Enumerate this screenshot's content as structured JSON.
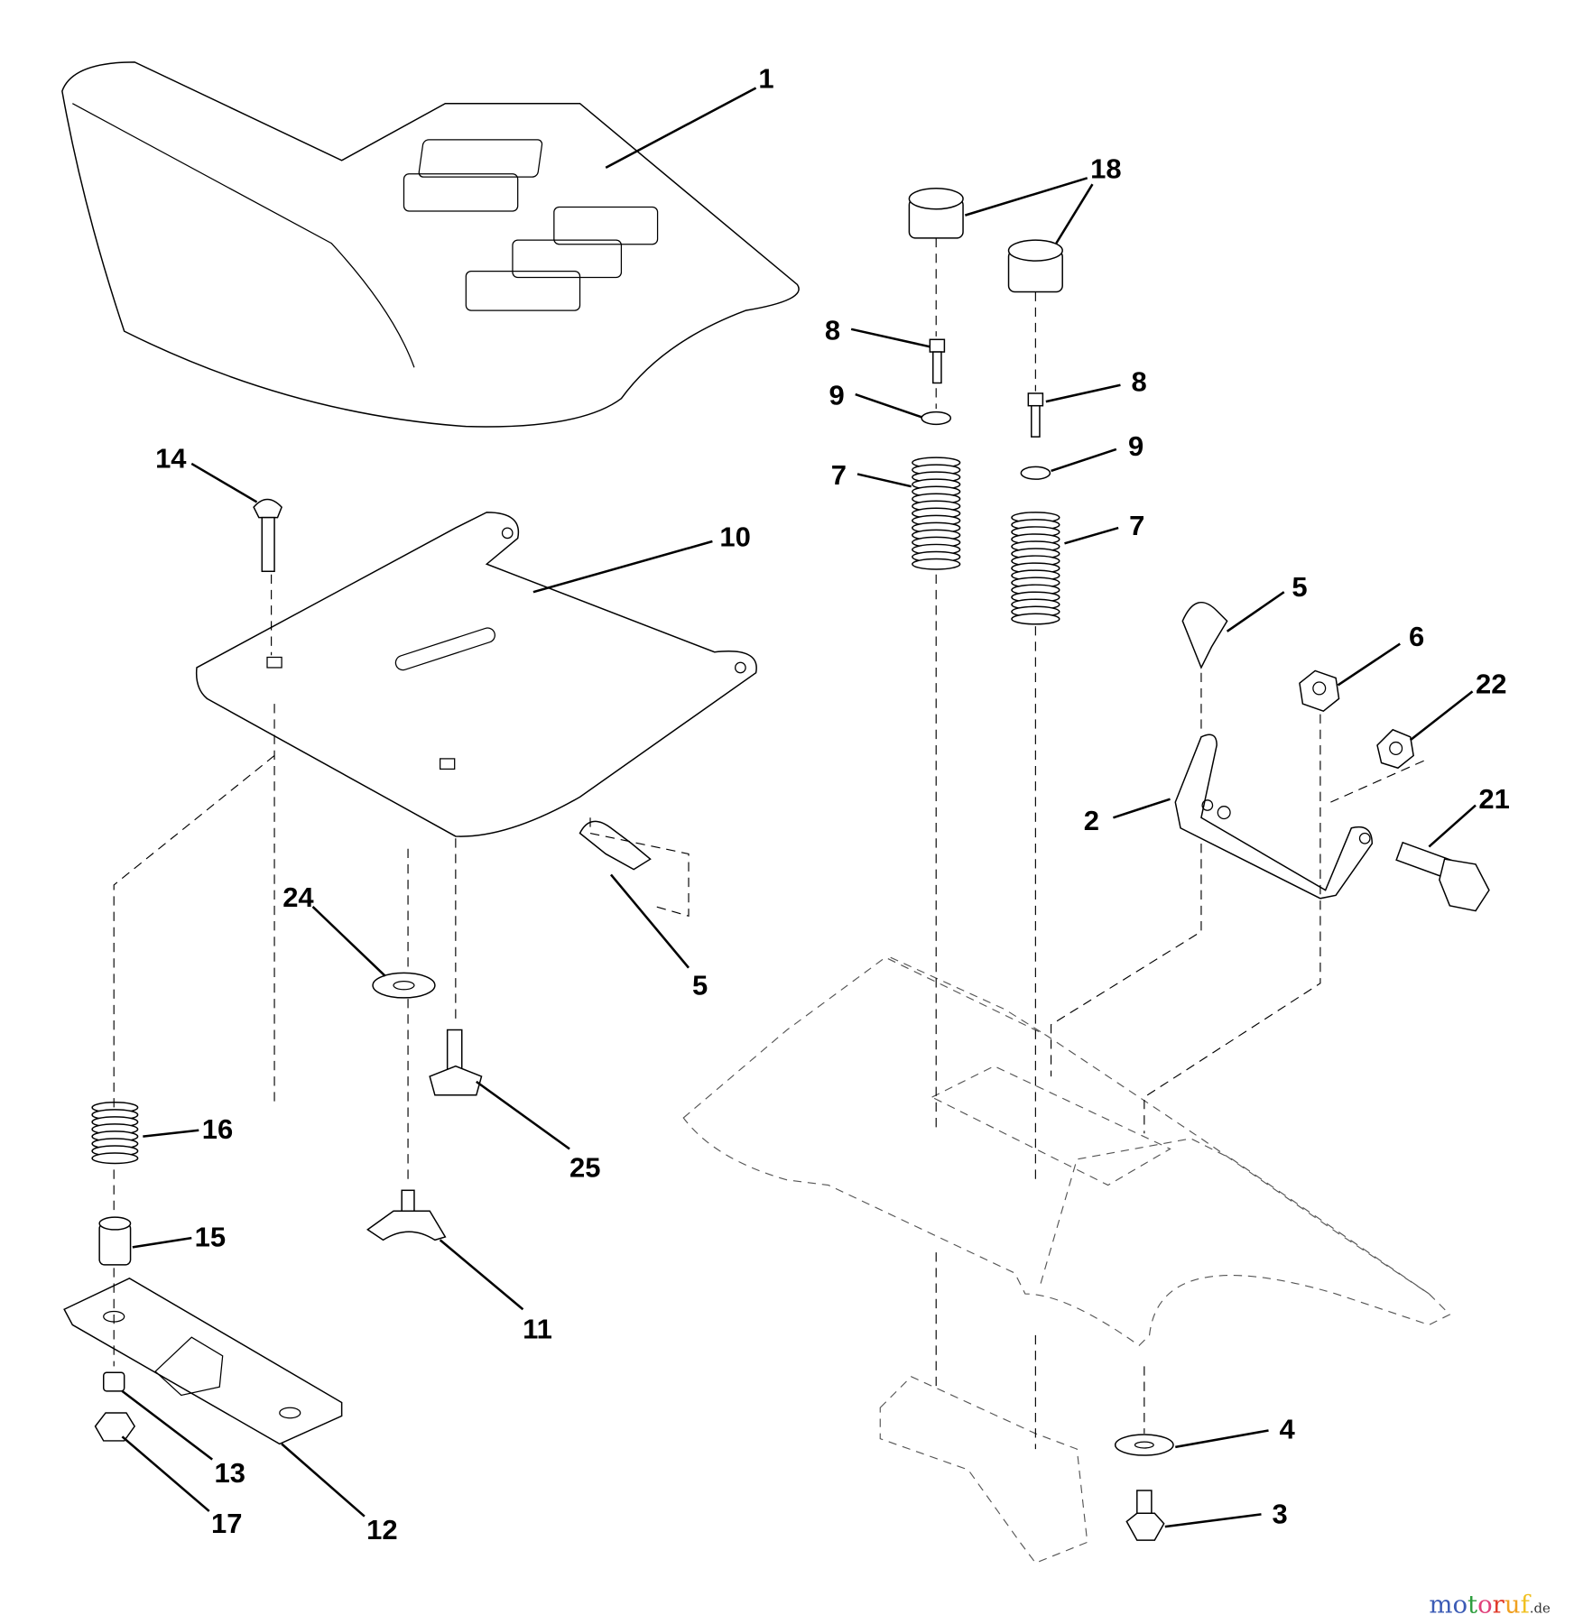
{
  "callouts": [
    {
      "id": "c1",
      "text": "1"
    },
    {
      "id": "c18",
      "text": "18"
    },
    {
      "id": "c8a",
      "text": "8"
    },
    {
      "id": "c9a",
      "text": "9"
    },
    {
      "id": "c7a",
      "text": "7"
    },
    {
      "id": "c8b",
      "text": "8"
    },
    {
      "id": "c9b",
      "text": "9"
    },
    {
      "id": "c7b",
      "text": "7"
    },
    {
      "id": "c14",
      "text": "14"
    },
    {
      "id": "c10",
      "text": "10"
    },
    {
      "id": "c5a",
      "text": "5"
    },
    {
      "id": "c6",
      "text": "6"
    },
    {
      "id": "c22",
      "text": "22"
    },
    {
      "id": "c21",
      "text": "21"
    },
    {
      "id": "c2",
      "text": "2"
    },
    {
      "id": "c5b",
      "text": "5"
    },
    {
      "id": "c24",
      "text": "24"
    },
    {
      "id": "c25",
      "text": "25"
    },
    {
      "id": "c16",
      "text": "16"
    },
    {
      "id": "c15",
      "text": "15"
    },
    {
      "id": "c11",
      "text": "11"
    },
    {
      "id": "c13",
      "text": "13"
    },
    {
      "id": "c17",
      "text": "17"
    },
    {
      "id": "c12",
      "text": "12"
    },
    {
      "id": "c4",
      "text": "4"
    },
    {
      "id": "c3",
      "text": "3"
    }
  ],
  "watermark": {
    "text": "motoruf",
    "suffix": ".de",
    "colors": [
      "#3b5bb5",
      "#3b5bb5",
      "#2e9e3e",
      "#e0407a",
      "#e03a2a",
      "#f0a020",
      "#f0c020"
    ]
  }
}
